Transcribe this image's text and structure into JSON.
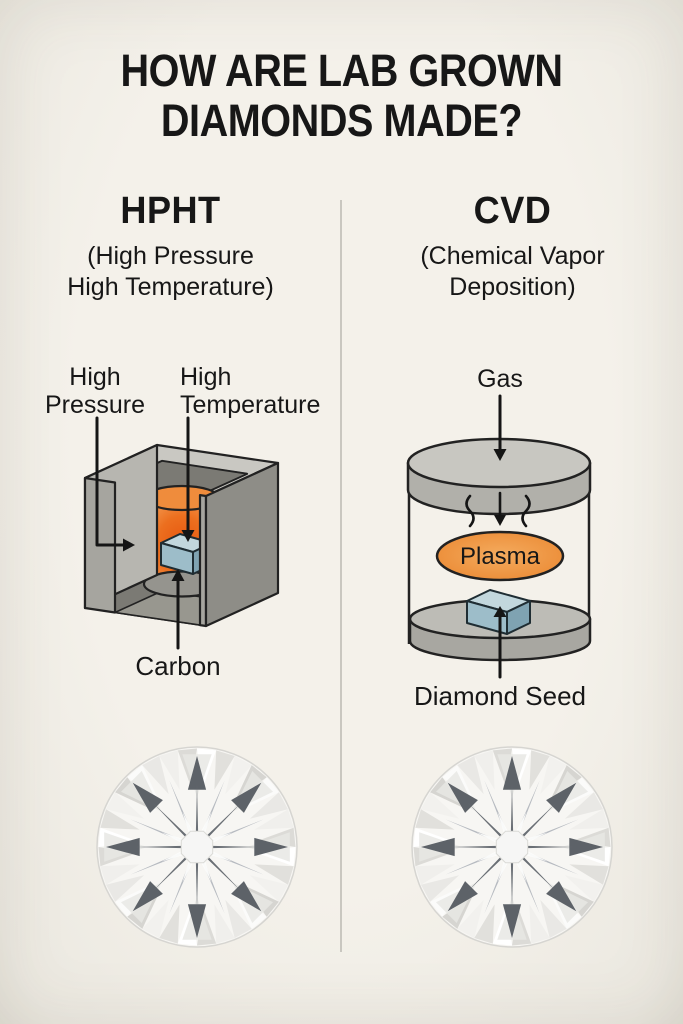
{
  "title": {
    "line1": "HOW ARE LAB GROWN",
    "line2": "DIAMONDS MADE?"
  },
  "hpht": {
    "name": "HPHT",
    "subtitle_line1": "(High Pressure",
    "subtitle_line2": "High Temperature)",
    "labels": {
      "pressure_line1": "High",
      "pressure_line2": "Pressure",
      "temperature_line1": "High",
      "temperature_line2": "Temperature",
      "carbon": "Carbon"
    }
  },
  "cvd": {
    "name": "CVD",
    "subtitle_line1": "(Chemical Vapor",
    "subtitle_line2": "Deposition)",
    "labels": {
      "gas": "Gas",
      "plasma": "Plasma",
      "diamond_seed": "Diamond Seed"
    }
  },
  "colors": {
    "background": "#f2efe8",
    "ink": "#171717",
    "divider": "#c9c7c0",
    "accent_orange": "#ed7b2f",
    "steel_blue": "#9dbdc9",
    "metal_gray": "#b3b2ac"
  }
}
